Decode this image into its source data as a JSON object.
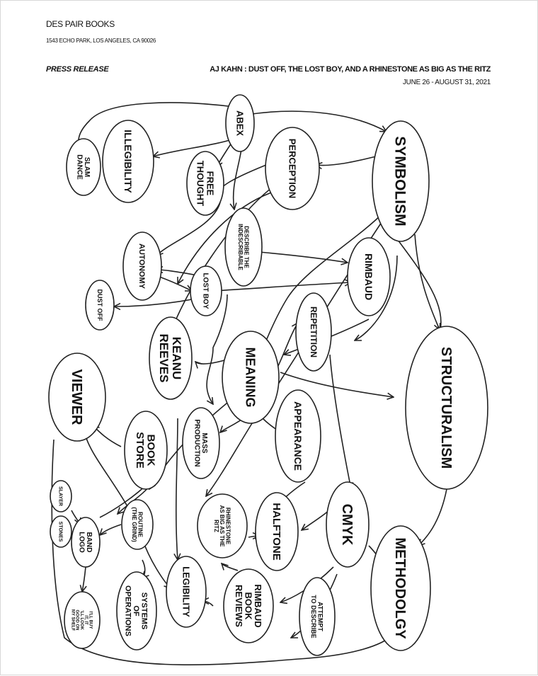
{
  "header": {
    "publisher": "DES PAIR BOOKS",
    "address": "1543 ECHO PARK, LOS ANGELES, CA 90026",
    "doc_type": "PRESS RELEASE",
    "title": "AJ KAHN : DUST OFF, THE LOST BOY, AND A RHINESTONE AS BIG AS THE RITZ",
    "dates": "JUNE 26 - AUGUST 31, 2021"
  },
  "map": {
    "nodes": [
      {
        "id": "symbolism",
        "label": [
          "SYMBOLISM"
        ]
      },
      {
        "id": "structuralism",
        "label": [
          "STRUCTURALISM"
        ]
      },
      {
        "id": "methodology",
        "label": [
          "METHODOLGY"
        ]
      },
      {
        "id": "perception",
        "label": [
          "PERCEPTION"
        ]
      },
      {
        "id": "abex",
        "label": [
          "ABEX"
        ]
      },
      {
        "id": "illegibility",
        "label": [
          "ILLEGIBILITY"
        ]
      },
      {
        "id": "slam-dance",
        "label": [
          "SLAM",
          "DANCE"
        ]
      },
      {
        "id": "free-thought",
        "label": [
          "FREE",
          "THOUGHT"
        ]
      },
      {
        "id": "describe-indescribable",
        "label": [
          "DESCRIBE THE",
          "INDESCRIBABLE"
        ]
      },
      {
        "id": "autonomy",
        "label": [
          "AUTONOMY"
        ]
      },
      {
        "id": "rimbaud",
        "label": [
          "RIMBAUD"
        ]
      },
      {
        "id": "lost-boy",
        "label": [
          "LOST BOY"
        ]
      },
      {
        "id": "dust-off",
        "label": [
          "DUST OFF"
        ]
      },
      {
        "id": "repetition",
        "label": [
          "REPETITION"
        ]
      },
      {
        "id": "keanu-reeves",
        "label": [
          "KEANU",
          "REEVES"
        ]
      },
      {
        "id": "meaning",
        "label": [
          "MEANING"
        ]
      },
      {
        "id": "viewer",
        "label": [
          "VIEWER"
        ]
      },
      {
        "id": "book-store",
        "label": [
          "BOOK",
          "STORE"
        ]
      },
      {
        "id": "mass-production",
        "label": [
          "MASS",
          "PRODUCTION"
        ]
      },
      {
        "id": "appearance",
        "label": [
          "APPEARANCE"
        ]
      },
      {
        "id": "cmyk",
        "label": [
          "CMYK"
        ]
      },
      {
        "id": "halftone",
        "label": [
          "HALFTONE"
        ]
      },
      {
        "id": "rhinestone",
        "label": [
          "RHINESTONE",
          "AS BIG AS THE",
          "RITZ"
        ]
      },
      {
        "id": "slayer",
        "label": [
          "SLAYER"
        ]
      },
      {
        "id": "stones",
        "label": [
          "STONES"
        ]
      },
      {
        "id": "band-logo",
        "label": [
          "BAND",
          "LOGO"
        ]
      },
      {
        "id": "routine",
        "label": [
          "ROUTINE",
          "(THE GRIND)"
        ]
      },
      {
        "id": "ill-buy",
        "label": [
          "I'LL BUY",
          "IT, IT",
          "'LL LOOK",
          "GOOD ON",
          "MY SHELF"
        ]
      },
      {
        "id": "systems-operations",
        "label": [
          "SYSTEMS",
          "OF",
          "OPERATIONS"
        ]
      },
      {
        "id": "legibility",
        "label": [
          "LEGIBILITY"
        ]
      },
      {
        "id": "rimbaud-book-reviews",
        "label": [
          "RIMBAUD",
          "BOOK",
          "REVIEWS"
        ]
      },
      {
        "id": "attempt-to-describe",
        "label": [
          "ATTEMPT",
          "TO DESCRIBE"
        ]
      }
    ]
  }
}
